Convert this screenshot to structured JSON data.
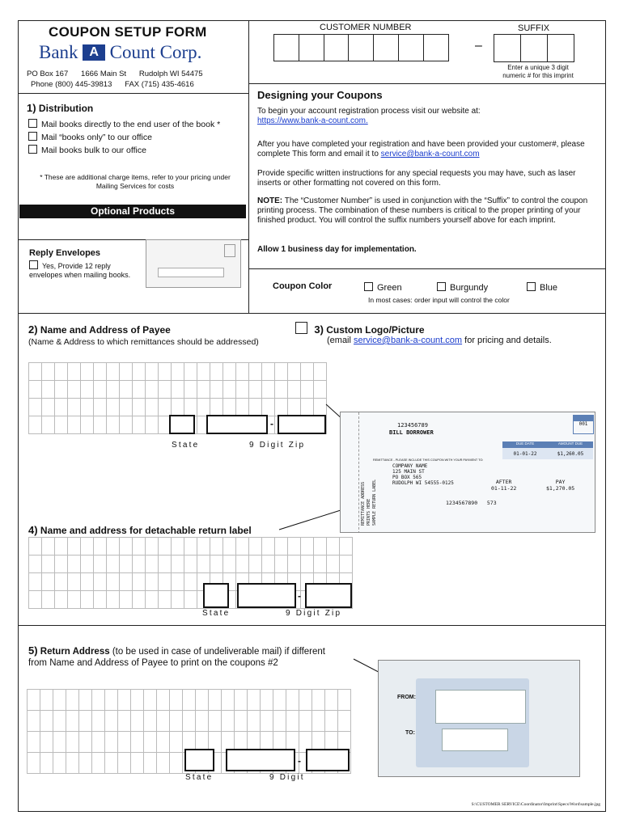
{
  "header": {
    "title": "COUPON SETUP FORM",
    "logo": "Bank A Count Corp.",
    "logo_left": "Bank",
    "logo_mark": "A",
    "logo_right": "Count Corp.",
    "address_line": "PO Box 167      1666 Main St      Rudolph WI 54475",
    "phone_line": "Phone (800) 445-39813      FAX (715) 435-4616"
  },
  "customer": {
    "number_label": "CUSTOMER NUMBER",
    "suffix_label": "SUFFIX",
    "dash": "–",
    "suffix_note_1": "Enter a unique 3 digit",
    "suffix_note_2": "numeric # for this imprint"
  },
  "distribution": {
    "num": "1)",
    "title": "Distribution",
    "options": [
      "Mail books directly to the end user of the book *",
      "Mail “books only” to our office",
      "Mail books bulk to our office"
    ],
    "note": "* These are additional charge items, refer to your pricing under Mailing Services for costs"
  },
  "optional": {
    "bar": "Optional Products",
    "reply_title": "Reply Envelopes",
    "reply_text": "Yes, Provide 12 reply envelopes when mailing books."
  },
  "designing": {
    "title": "Designing your Coupons",
    "p1": "To begin your account registration process visit our website at:",
    "p1_link": "https://www.bank-a-count.com.",
    "p2": "After you have completed your registration and have been provided your customer#, please complete This form and email it to",
    "p2_link": "service@bank-a-count.com",
    "p3": "Provide specific written instructions for any special requests you may have, such as laser inserts or other formatting not covered on this form.",
    "note_label": "NOTE:",
    "note": "The “Customer Number” is used in conjunction with the “Suffix” to control the coupon printing process. The combination of these numbers is critical to the proper printing of your finished product. You will control the suffix numbers yourself above for each imprint.",
    "allow": "Allow 1 business day for implementation."
  },
  "color": {
    "label": "Coupon Color",
    "options": [
      "Green",
      "Burgundy",
      "Blue"
    ],
    "note": "In most cases: order input will control the color"
  },
  "payee": {
    "num": "2)",
    "title": "Name and Address of Payee",
    "subtitle": "(Name & Address to which remittances should be addressed)",
    "state": "State",
    "zip": "9 Digit Zip",
    "dash": "-"
  },
  "logo_section": {
    "num": "3)",
    "title": "Custom Logo/Picture",
    "text_pre": "(email",
    "link": "service@bank-a-count.com",
    "text_post": "for pricing and details."
  },
  "coupon_sample": {
    "account": "123456789",
    "name": "BILL BORROWER",
    "remit_line": "REMITTANCE - PLEASE INCLUDE THIS COUPON WITH YOUR PAYMENT TO:",
    "company": "COMPANY NAME",
    "street": "125 MAIN ST",
    "pobox": "PO BOX 565",
    "city": "RUDOLPH WI 54555-0125",
    "due_label": "DUE DATE",
    "amount_label": "AMOUNT DUE",
    "due_date": "01-01-22",
    "amount": "$1,260.05",
    "coupon_no": "001",
    "after_label": "AFTER",
    "pay_label": "PAY",
    "after_date": "01-11-22",
    "pay_amount": "$1,270.05",
    "micr": "1234567890   573",
    "side_1": "REMITTANCE ADDRESS",
    "side_2": "PRINTS HERE",
    "side_3": "SAMPLE RETURN LABEL"
  },
  "return_label": {
    "num": "4)",
    "title": "Name and address for detachable return label",
    "state": "State",
    "zip": "9 Digit Zip",
    "dash": "-"
  },
  "return_address": {
    "num": "5)",
    "title": "Return Address",
    "text1": "(to be used in case of undeliverable mail) if different",
    "text2": "from Name and Address of Payee to print on the coupons #2",
    "state": "State",
    "zip": "9 Digit",
    "dash": "-",
    "from": "FROM:",
    "to": "TO:"
  },
  "footer": {
    "path": "S:\\CUSTOMER SERVICE\\Coordinator\\Imprint\\Specs\\Word\\sample.jpg"
  }
}
